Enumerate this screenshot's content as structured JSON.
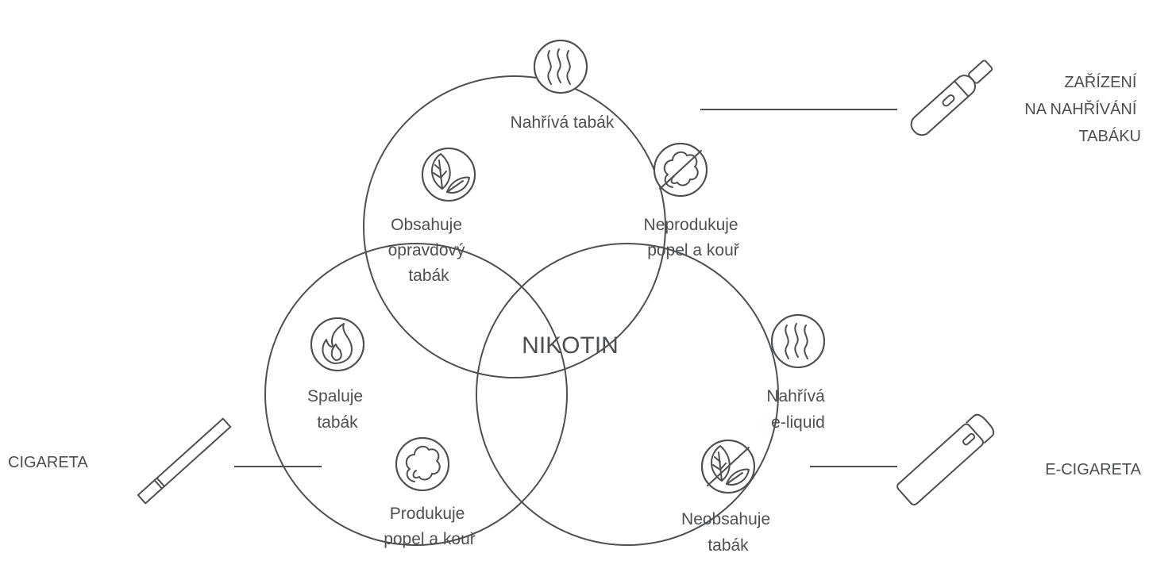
{
  "center_label": "NIKOTIN",
  "heated_tobacco": {
    "name_lines": [
      "ZAŘÍZENÍ",
      "NA NAHŘÍVÁNÍ",
      "TABÁKU"
    ],
    "feature": "Nahřívá tabák"
  },
  "cigarette": {
    "name": "CIGARETA",
    "feature_lines": [
      "Spaluje",
      "tabák"
    ],
    "feature2_lines": [
      "Produkuje",
      "popel a kouř"
    ]
  },
  "ecig": {
    "name": "E-CIGARETA",
    "feature_lines": [
      "Nahřívá",
      "e-liquid"
    ],
    "feature2_lines": [
      "Neobsahuje",
      "tabák"
    ]
  },
  "overlap_cig_heated": [
    "Obsahuje",
    "opravdový",
    "tabák"
  ],
  "overlap_heated_ecig": [
    "Neprodukuje",
    "popel a kouř"
  ],
  "icons": {
    "steam": "steam-icon",
    "leaf": "leaf-icon",
    "no_smoke": "no-smoke-icon",
    "flame": "flame-icon",
    "smoke": "smoke-icon",
    "no_leaf": "no-leaf-icon",
    "device": "heated-device-icon",
    "cigarette": "cigarette-icon",
    "ecig": "e-cigarette-icon"
  },
  "colors": {
    "stroke": "#4a5054",
    "background": "#ffffff"
  }
}
